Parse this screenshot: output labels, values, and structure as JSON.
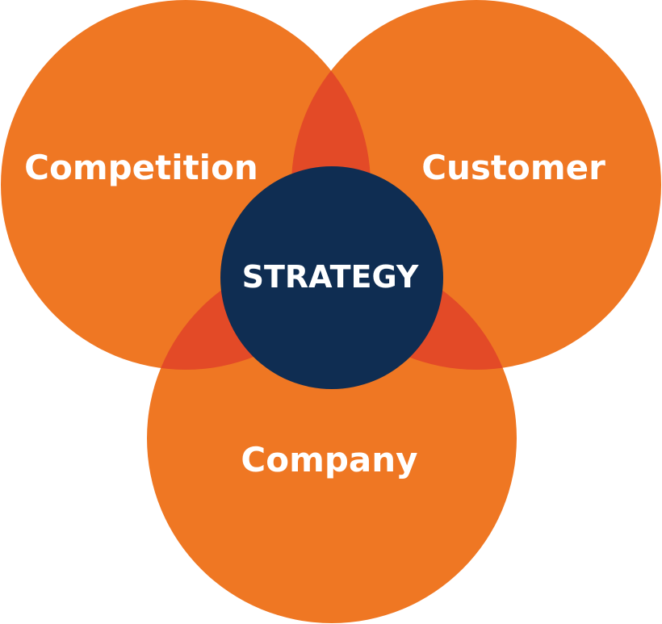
{
  "diagram": {
    "circles": [
      {
        "label": "Competition"
      },
      {
        "label": "Customer"
      },
      {
        "label": "Company"
      }
    ],
    "center": {
      "label": "STRATEGY"
    }
  },
  "colors": {
    "circle": "#EF7723",
    "overlap": "#E34A27",
    "center": "#0F2D52",
    "text": "#FFFFFF"
  }
}
